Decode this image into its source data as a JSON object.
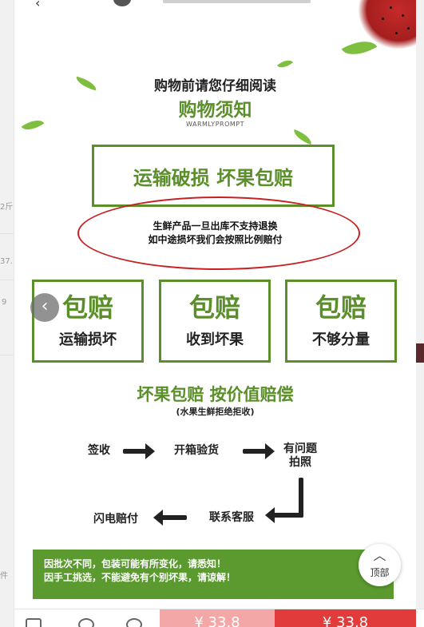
{
  "side_left": {
    "fragments": [
      "2斤",
      "37.",
      "9",
      "件"
    ]
  },
  "header": {
    "back_icon": "chevron-left-icon",
    "message_icon": "message-box-icon"
  },
  "notice": {
    "heading_small": "购物前请您仔细阅读",
    "heading_main": "购物须知",
    "heading_en": "WARMLYPROMPT",
    "big_box_text": "运输破损 坏果包赔",
    "red_lines": [
      "生鲜产品一旦出库不支持退换",
      "如中途损坏我们会按照比例赔付"
    ]
  },
  "compensation_boxes": [
    {
      "big": "包赔",
      "sub": "运输损坏"
    },
    {
      "big": "包赔",
      "sub": "收到坏果"
    },
    {
      "big": "包赔",
      "sub": "不够分量"
    }
  ],
  "process": {
    "heading": "坏果包赔 按价值赔偿",
    "subheading": "(水果生鲜拒绝拒收)",
    "steps": [
      "签收",
      "开箱验货",
      "有问题\n拍照",
      "联系客服",
      "闪电赔付"
    ]
  },
  "footer_notice": {
    "lines": [
      "因批次不同，包装可能有所变化，请悉知！",
      "因手工挑选，不能避免有个别坏果，请谅解！"
    ]
  },
  "top_button": {
    "label": "顶部",
    "icon": "chevron-up-icon"
  },
  "bottom_bar": {
    "price_left": "¥ 33.8",
    "price_right": "¥ 33.8"
  },
  "colors": {
    "accent_green": "#5a8f2a",
    "band_green": "#5a9a2e",
    "oval_red": "#c82020",
    "buy_red": "#e13b3b",
    "cart_pink": "#f4a7a7"
  }
}
